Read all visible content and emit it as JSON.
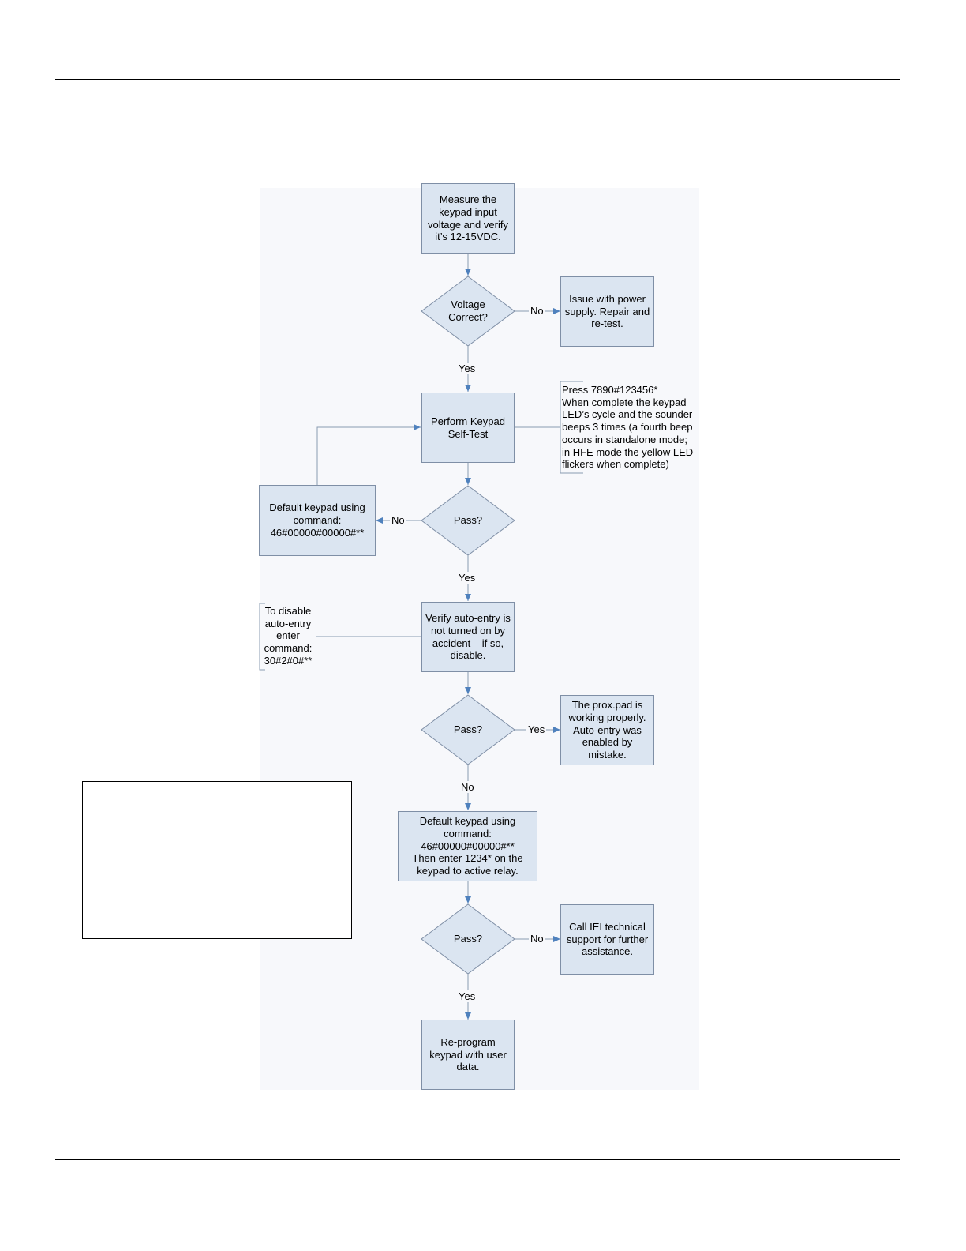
{
  "nodes": {
    "measure": "Measure the\nkeypad input\nvoltage and verify\nit’s 12-15VDC.",
    "voltage_decision": "Voltage\nCorrect?",
    "power_issue": "Issue with power\nsupply. Repair and\nre-test.",
    "self_test": "Perform Keypad\nSelf-Test",
    "pass1": "Pass?",
    "default1": "Default keypad using\ncommand:\n46#00000#00000#**",
    "verify_auto": "Verify auto-entry is\nnot turned on by\naccident – if so,\ndisable.",
    "pass2": "Pass?",
    "working": "The prox.pad is\nworking properly.\nAuto-entry was\nenabled by\nmistake.",
    "default2": "Default keypad using\ncommand:\n46#00000#00000#**\nThen enter 1234* on the\nkeypad to active relay.",
    "pass3": "Pass?",
    "call_support": "Call IEI technical\nsupport for further\nassistance.",
    "reprogram": "Re-program\nkeypad with user\ndata."
  },
  "edge_labels": {
    "voltage_no": "No",
    "voltage_yes": "Yes",
    "pass1_no": "No",
    "pass1_yes": "Yes",
    "pass2_yes": "Yes",
    "pass2_no": "No",
    "pass3_no": "No",
    "pass3_yes": "Yes"
  },
  "notes": {
    "self_test": "Press 7890#123456*\nWhen complete the keypad\nLED’s cycle and the sounder\nbeeps 3 times (a fourth beep\noccurs in standalone mode;\nin HFE mode the yellow LED\nflickers when complete)",
    "auto_entry": "To disable\nauto-entry\nenter\ncommand:\n30#2#0#**"
  },
  "colors": {
    "box_fill": "#dbe5f1",
    "box_border": "#7f8fa6",
    "arrow": "#4f81bd",
    "connector": "#8a9bb0"
  }
}
